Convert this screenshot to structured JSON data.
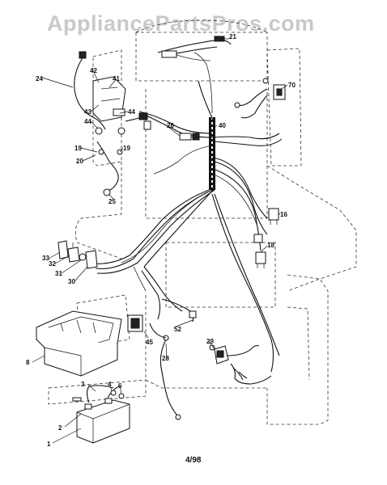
{
  "watermark": "AppliancePartsPros.com",
  "page_number": "4/98",
  "callouts": [
    "24",
    "42",
    "41",
    "43",
    "44",
    "44",
    "19",
    "19",
    "20",
    "25",
    "21",
    "70",
    "26",
    "40",
    "16",
    "18",
    "33",
    "32",
    "31",
    "30",
    "8",
    "52",
    "29",
    "45",
    "28",
    "3",
    "4",
    "6",
    "2",
    "1"
  ]
}
